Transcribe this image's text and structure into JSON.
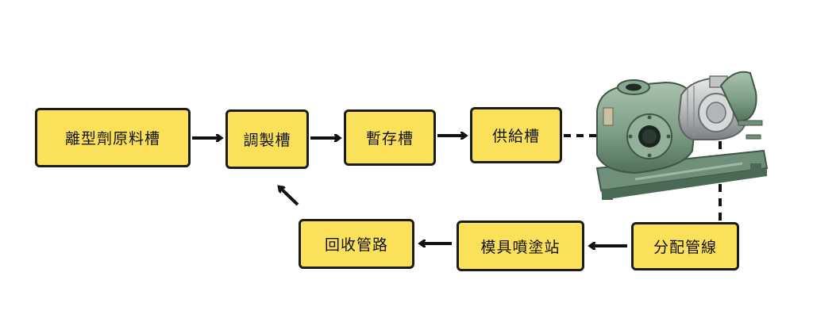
{
  "diagram": {
    "nodes": {
      "raw_tank": "離型劑原料槽",
      "mix_tank": "調製槽",
      "temp_tank": "暫存槽",
      "supply_tank": "供給槽",
      "distribution": "分配管線",
      "spray_station": "模具噴塗站",
      "return_pipe": "回收管路"
    },
    "equipment": "pump-motor-unit",
    "colors": {
      "node_fill": "#fbe05a",
      "stroke": "#1c1c1c",
      "machine_green": "#7e9e86"
    }
  }
}
